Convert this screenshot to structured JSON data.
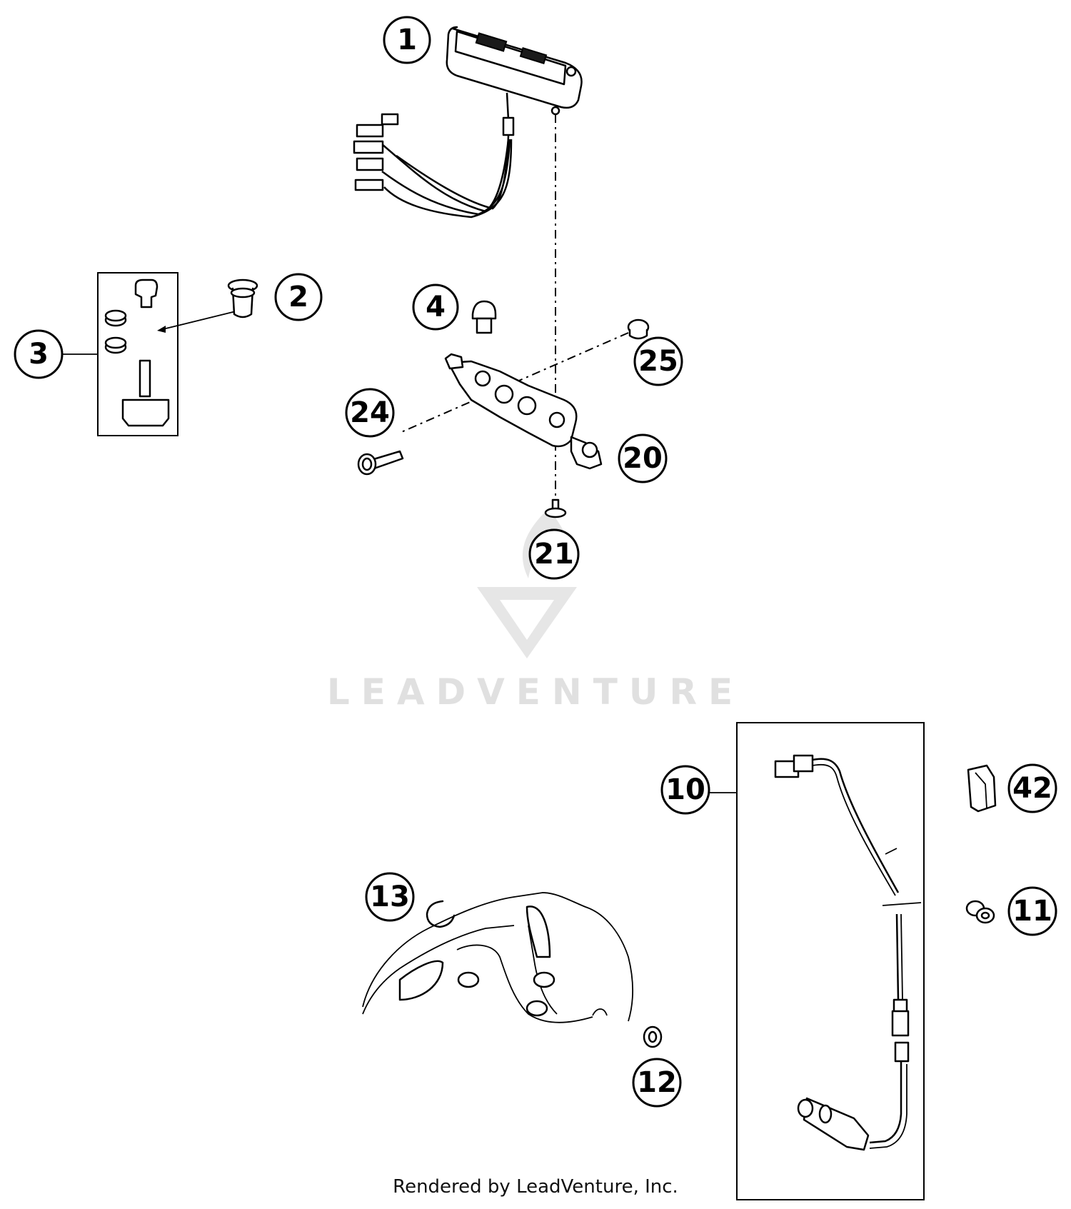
{
  "watermark": {
    "brand": "LEADVENTURE"
  },
  "footer": {
    "credit": "Rendered by LeadVenture, Inc."
  },
  "callouts": {
    "c1": "1",
    "c2": "2",
    "c3": "3",
    "c4": "4",
    "c10": "10",
    "c11": "11",
    "c12": "12",
    "c13": "13",
    "c20": "20",
    "c21": "21",
    "c24": "24",
    "c25": "25",
    "c42": "42"
  }
}
